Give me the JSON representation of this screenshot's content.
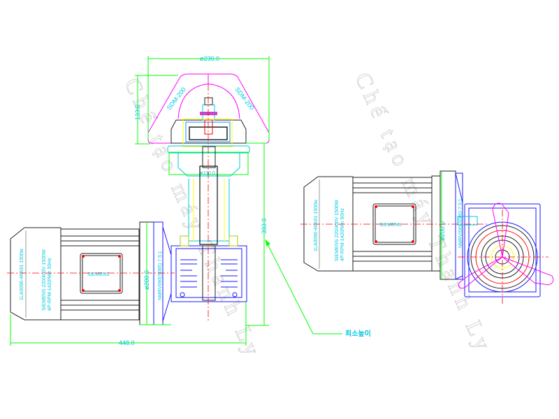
{
  "drawing": {
    "watermark": "Chế tạo máy Thanh Ly",
    "colors": {
      "dimension": "#00ff00",
      "text": "#00c8e0",
      "outline": "#222222",
      "gearbox": "#1a1aff",
      "center": "#ff0000",
      "coupling": "#00c8e0",
      "guard": "#ff00ff",
      "bolt": "#ffff00"
    },
    "left_view": {
      "dim_top_width": "ø230.0",
      "dim_guard_height": "133.0",
      "guard_label_left": "SDM-200",
      "guard_label_right": "SDM-200",
      "dim_column": "ø130.0",
      "dim_total_height": "393.0",
      "dim_total_length": "448.0",
      "dim_flange": "ø200.0",
      "motor_model": "1LA0096-4KA91 1500w",
      "motor_spec_1": "SIEMENS 220/400V 1500W",
      "motor_spec_2": "4P-RPM-1420/Min 50Hz",
      "terminal_brand": "SIEMENS",
      "gearbox_label": "NMRV090(S085) 7.5:1"
    },
    "right_view": {
      "dim_flange": "ø200.0",
      "motor_model": "1LA0096-4KA91 1500w",
      "motor_spec_1": "SIEMENS 220/400V 1500W",
      "motor_spec_2": "4P-RPM-1420/Min 50Hz",
      "terminal_brand": "SIEMENS",
      "gearbox_label": "NMRV090(S085) 7.5:1"
    },
    "note": "최소높이"
  }
}
